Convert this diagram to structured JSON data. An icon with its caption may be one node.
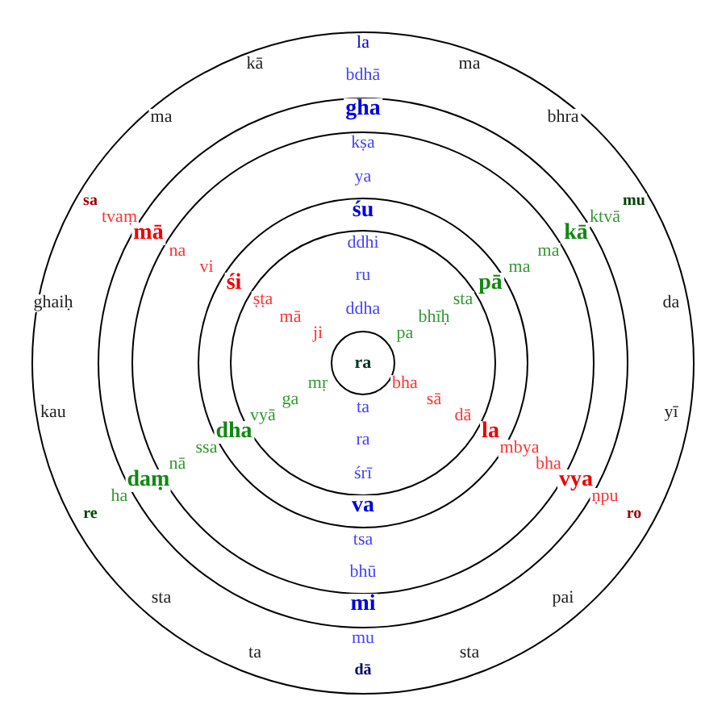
{
  "diagram": {
    "nodes": [
      {
        "text": [
          "ra"
        ]
      }
    ],
    "labels": [
      "la",
      "kā",
      "ma",
      "bdhā",
      "gha",
      "ma",
      "bhra",
      "kṣa",
      "ya",
      "sa",
      "mu",
      "śu",
      "tvaṃ",
      "ktvā",
      "mā",
      "kā",
      "ddhi",
      "na",
      "ma",
      "vi",
      "ma",
      "ru",
      "śi",
      "pā",
      "ṣṭa",
      "sta",
      "ghaiḥ",
      "da",
      "ddha",
      "mā",
      "bhīḥ",
      "ji",
      "pa",
      "mṛ",
      "bha",
      "ga",
      "sā",
      "kau",
      "vyā",
      "ta",
      "dā",
      "yī",
      "dha",
      "la",
      "ra",
      "ssa",
      "mbya",
      "nā",
      "bha",
      "śrī",
      "daṃ",
      "vya",
      "ha",
      "ṇpu",
      "va",
      "re",
      "ro",
      "tsa",
      "bhū",
      "sta",
      "mi",
      "pai",
      "mu",
      "ta",
      "sta",
      "dā"
    ]
  }
}
